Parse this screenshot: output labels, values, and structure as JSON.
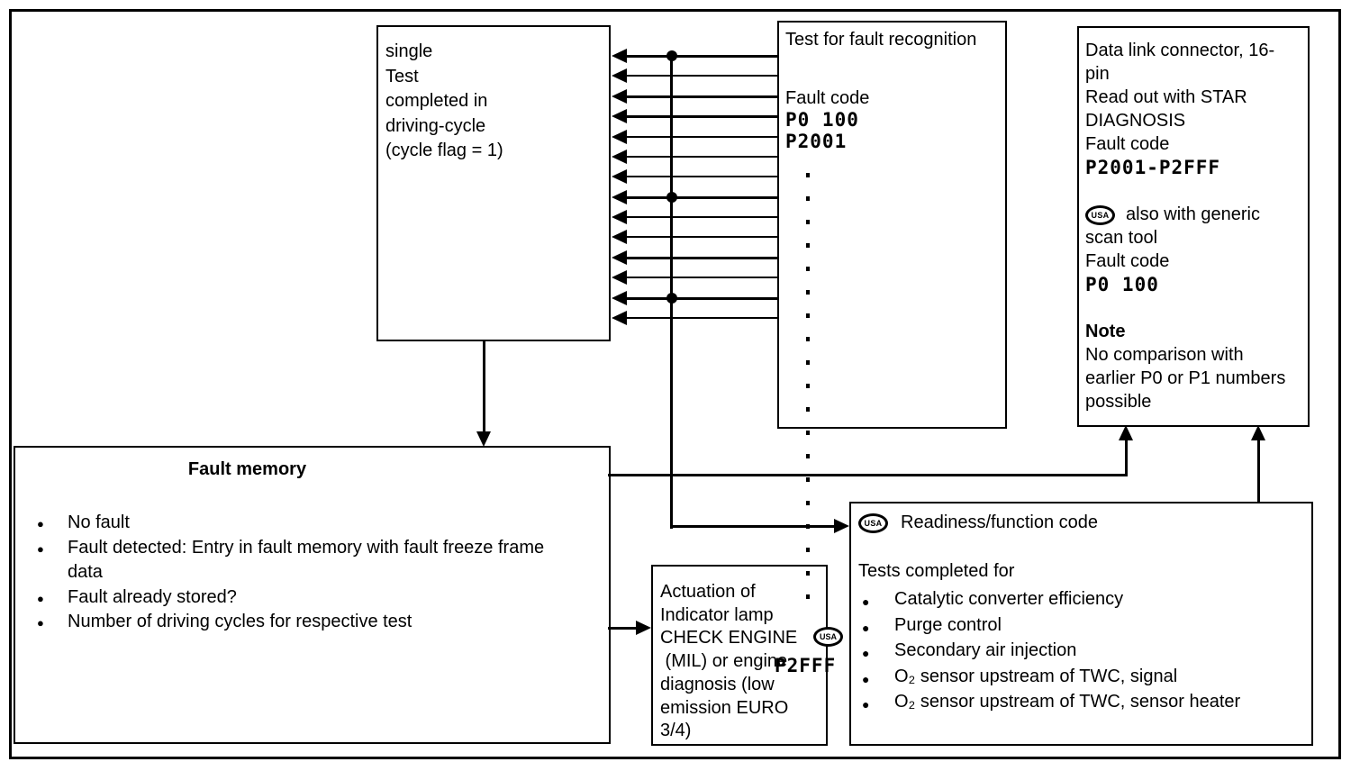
{
  "diagram": {
    "single_test_box": {
      "lines": [
        "single",
        "Test",
        "completed in",
        "driving-cycle",
        "(cycle flag = 1)"
      ]
    },
    "fault_recognition_box": {
      "title": "Test for fault recognition",
      "code_label": "Fault code",
      "code1": "P0 100",
      "code2": "P2001",
      "last_code": "P2FFF"
    },
    "data_link_box": {
      "lines": [
        "Data link connector, 16-",
        "pin",
        "Read out with STAR",
        "DIAGNOSIS",
        "Fault code"
      ],
      "code_range": "P2001-P2FFF",
      "usa_note_line1": "also with generic",
      "usa_note_line2": "scan tool",
      "code_label2": "Fault code",
      "code2": "P0 100",
      "note_title": "Note",
      "note_lines": [
        "No comparison with",
        "earlier P0 or P1 numbers",
        "possible"
      ]
    },
    "fault_memory_box": {
      "title": "Fault memory",
      "bullets": [
        "No fault",
        "Fault detected: Entry in fault memory with fault freeze frame data",
        "Fault already stored?",
        "Number of driving cycles for respective test"
      ]
    },
    "actuation_box": {
      "lines": [
        "Actuation of",
        "Indicator lamp",
        "CHECK ENGINE",
        " (MIL) or engine",
        "diagnosis (low",
        "emission EURO",
        "3/4)"
      ]
    },
    "readiness_box": {
      "title": "Readiness/function code",
      "subtitle": "Tests completed for",
      "bullets": [
        "Catalytic converter efficiency",
        "Purge control",
        "Secondary air injection",
        "O₂ sensor upstream of TWC, signal",
        "O₂ sensor upstream of TWC, sensor heater"
      ]
    },
    "usa_badge_label": "USA",
    "icons": {
      "usa": "usa-oval-badge",
      "arrowheads": "filled-triangle",
      "ellipsis_line": "vertical-dotted-line"
    },
    "arrows": {
      "test_arrow_count": 14,
      "thick_indexes": [
        0,
        2,
        3,
        7,
        10,
        12
      ],
      "junction_dot_indexes": [
        0,
        7,
        12
      ]
    }
  }
}
